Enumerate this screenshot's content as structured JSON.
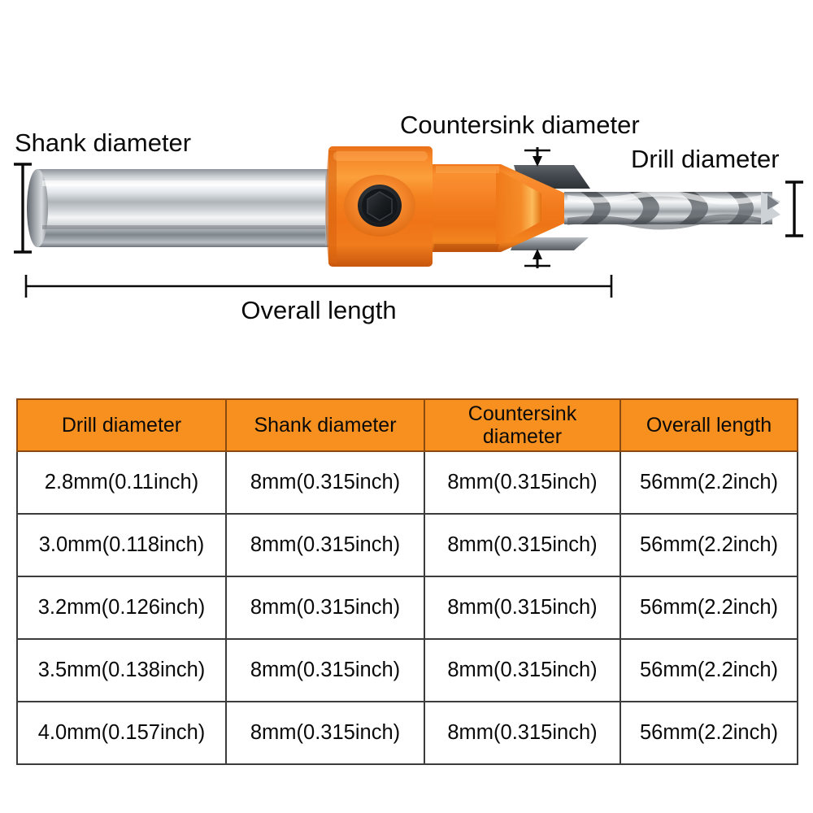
{
  "diagram": {
    "labels": {
      "shank": "Shank diameter",
      "countersink": "Countersink diameter",
      "drill": "Drill diameter",
      "overall": "Overall length"
    },
    "parts": {
      "shank": "chrome-shank",
      "collar": "orange-collar",
      "set_screw": "hex-set-screw",
      "countersink_body": "orange-countersink-body",
      "cutter": "countersink-cutter-blade",
      "drill_bit": "twist-drill-bit"
    },
    "colors": {
      "orange_body": "#F07C1E",
      "orange_highlight": "#FBA63A",
      "orange_shadow": "#C4560F",
      "steel_light": "#F2F4F5",
      "steel_mid": "#A9AFB4",
      "steel_dark": "#4A5055",
      "cutter_gray": "#4A4F55",
      "dimension_line": "#0a0a0a"
    }
  },
  "table": {
    "headers": [
      "Drill diameter",
      "Shank diameter",
      "Countersink diameter",
      "Overall length"
    ],
    "header_bg": "#F7901E",
    "rows": [
      {
        "drill_diameter": "2.8mm(0.11inch)",
        "shank_diameter": "8mm(0.315inch)",
        "countersink_diameter": "8mm(0.315inch)",
        "overall_length": "56mm(2.2inch)"
      },
      {
        "drill_diameter": "3.0mm(0.118inch)",
        "shank_diameter": "8mm(0.315inch)",
        "countersink_diameter": "8mm(0.315inch)",
        "overall_length": "56mm(2.2inch)"
      },
      {
        "drill_diameter": "3.2mm(0.126inch)",
        "shank_diameter": "8mm(0.315inch)",
        "countersink_diameter": "8mm(0.315inch)",
        "overall_length": "56mm(2.2inch)"
      },
      {
        "drill_diameter": "3.5mm(0.138inch)",
        "shank_diameter": "8mm(0.315inch)",
        "countersink_diameter": "8mm(0.315inch)",
        "overall_length": "56mm(2.2inch)"
      },
      {
        "drill_diameter": "4.0mm(0.157inch)",
        "shank_diameter": "8mm(0.315inch)",
        "countersink_diameter": "8mm(0.315inch)",
        "overall_length": "56mm(2.2inch)"
      }
    ]
  }
}
